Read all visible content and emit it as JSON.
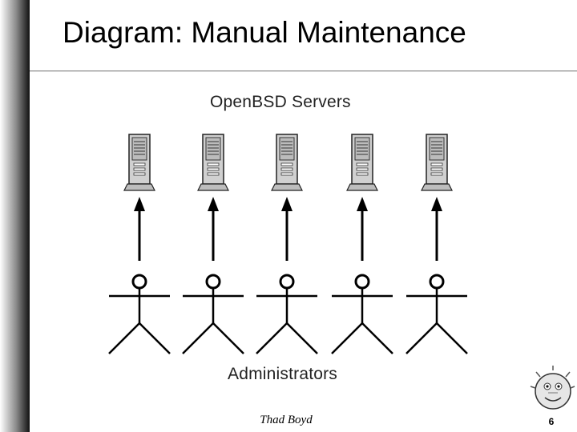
{
  "slide": {
    "title": "Diagram: Manual Maintenance",
    "footer_text": "Thad Boyd",
    "page_number": "6"
  },
  "diagram": {
    "top_label": "OpenBSD Servers",
    "bottom_label": "Administrators",
    "server_count": 5,
    "admin_count": 5,
    "connection": "each administrator has an arrow pointing up to one server"
  },
  "icons": {
    "server": "server-tower-icon",
    "person": "stick-figure-icon",
    "logo": "pufferfish-mascot-icon"
  },
  "colors": {
    "background": "#ffffff",
    "line": "#000000",
    "server_body": "#d0d0d0",
    "sidebar_dark": "#111111"
  }
}
